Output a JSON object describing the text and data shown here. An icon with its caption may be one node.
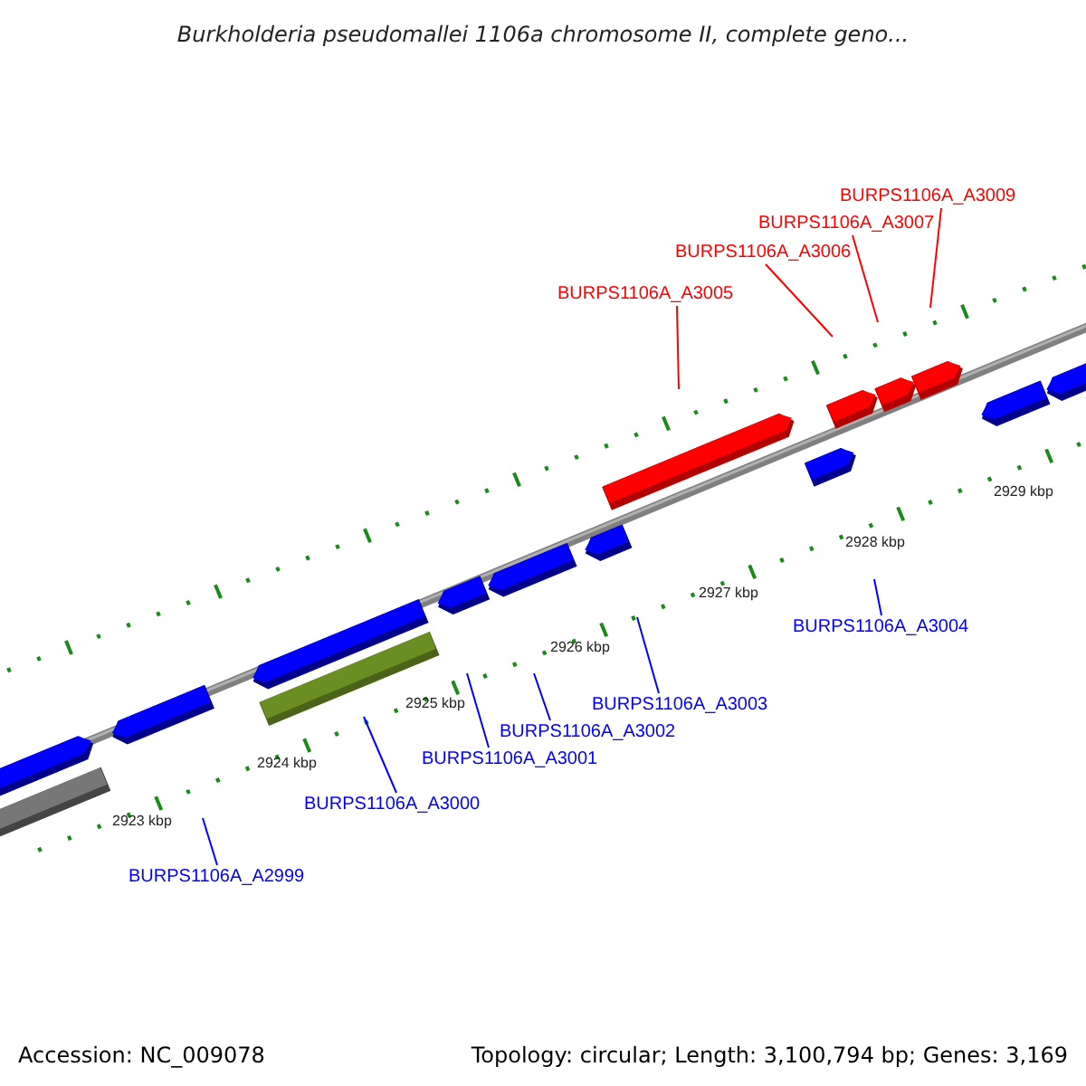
{
  "diagram": {
    "title": "Burkholderia pseudomallei 1106a chromosome II, complete geno...",
    "nodes": [
      {
        "text": [
          "BURPS1106A_A3009"
        ]
      },
      {
        "text": [
          "BURPS1106A_A3007"
        ]
      },
      {
        "text": [
          "BURPS1106A_A3006"
        ]
      },
      {
        "text": [
          "BURPS1106A_A3005"
        ]
      },
      {
        "text": [
          "BURPS1106A_A3004"
        ]
      },
      {
        "text": [
          "BURPS1106A_A3003"
        ]
      },
      {
        "text": [
          "BURPS1106A_A3002"
        ]
      },
      {
        "text": [
          "BURPS1106A_A3001"
        ]
      },
      {
        "text": [
          "BURPS1106A_A3000"
        ]
      },
      {
        "text": [
          "BURPS1106A_A2999"
        ]
      }
    ],
    "edges": [
      {
        "from": 0,
        "to": null,
        "arrow": "none",
        "color": "#ff0000"
      },
      {
        "from": 1,
        "to": null,
        "arrow": "none",
        "color": "#ff0000"
      },
      {
        "from": 2,
        "to": null,
        "arrow": "none",
        "color": "#ff0000"
      },
      {
        "from": 3,
        "to": null,
        "arrow": "none",
        "color": "#ff0000"
      },
      {
        "from": 4,
        "to": null,
        "arrow": "none"
      },
      {
        "from": 5,
        "to": null,
        "arrow": "none"
      },
      {
        "from": 6,
        "to": null,
        "arrow": "none"
      },
      {
        "from": 7,
        "to": null,
        "arrow": "none"
      },
      {
        "from": 8,
        "to": null,
        "arrow": "none"
      },
      {
        "from": 9,
        "to": null,
        "arrow": "none"
      }
    ],
    "labels": [
      "2929 kbp",
      "2928 kbp",
      "2927 kbp",
      "2926 kbp",
      "2925 kbp",
      "2924 kbp",
      "2923 kbp",
      "Accession: NC_009078",
      "Topology: circular; Length: 3,100,794 bp; Genes: 3,169"
    ]
  }
}
